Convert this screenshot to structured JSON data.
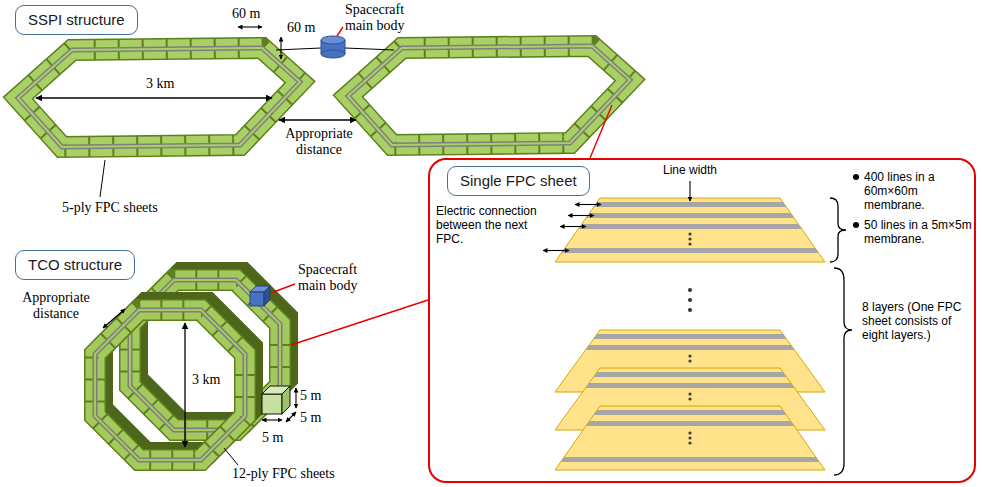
{
  "diagram": {
    "nodes": [
      {
        "text": [
          "SSPI structure"
        ]
      },
      {
        "text": [
          "TCO structure"
        ]
      },
      {
        "text": [
          "Line width",
          "Electric connection between the next FPC.",
          "400 lines in a 60m×60m membrane.",
          "50 lines in a 5m×5m membrane.",
          "8 layers (One FPC sheet consists of eight layers.)"
        ]
      },
      {
        "text": [
          "Single FPC sheet"
        ],
        "in": 2
      }
    ],
    "labels": [
      "60 m",
      "60 m",
      "Spacecraft main body",
      "3 km",
      "Appropriate distance",
      "5-ply FPC sheets",
      "Appropriate distance",
      "Spacecraft main body",
      "3 km",
      "5 m",
      "5 m",
      "5 m",
      "12-ply FPC sheets"
    ]
  }
}
